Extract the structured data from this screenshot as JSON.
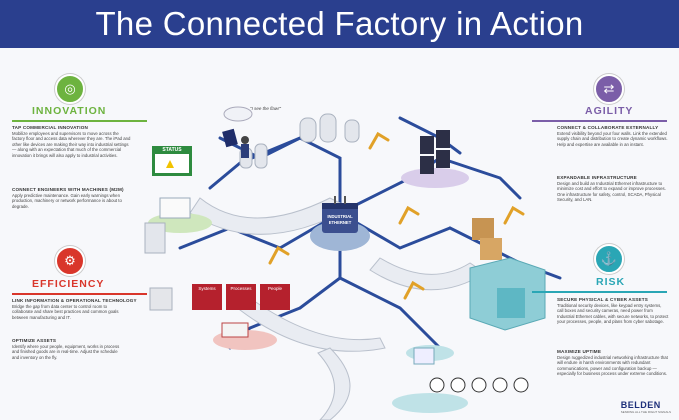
{
  "header": {
    "title": "The Connected Factory in Action"
  },
  "sections": {
    "innovation": {
      "title": "INNOVATION",
      "color": "#6db33f",
      "icon": "lightbulb-icon",
      "items": [
        {
          "heading": "TAP COMMERCIAL INNOVATION",
          "text": "Mobilize employees and supervisors to move across the factory floor and access data wherever they are. The iPad and other like devices are making their way into industrial settings — along with an expectation that much of the commercial innovation it brings will also apply to industrial activities."
        },
        {
          "heading": "CONNECT ENGINEERS WITH MACHINES (M2M)",
          "text": "Apply predictive maintenance. Gain early warnings when production, machinery or network performance is about to degrade."
        }
      ]
    },
    "efficiency": {
      "title": "EFFICIENCY",
      "color": "#d9362b",
      "icon": "gear-icon",
      "items": [
        {
          "heading": "LINK INFORMATION & OPERATIONAL TECHNOLOGY",
          "text": "Bridge the gap from data center to control room to collaborate and share best practices and common goals between manufacturing and IT."
        },
        {
          "heading": "OPTIMIZE ASSETS",
          "text": "Identify where your people, equipment, works in process and finished goods are in real-time. Adjust the schedule and inventory on the fly."
        }
      ]
    },
    "agility": {
      "title": "AGILITY",
      "color": "#7b5ea8",
      "icon": "arrows-icon",
      "items": [
        {
          "heading": "CONNECT & COLLABORATE EXTERNALLY",
          "text": "Extend visibility beyond your four walls. Link the extended supply chain and distribution to create dynamic workflows. Help and expertise are available in an instant."
        },
        {
          "heading": "EXPANDABLE INFRASTRUCTURE",
          "text": "Design and build an Industrial Ethernet infrastructure to minimize cost and effort to expand or improve processes. One infrastructure for safety, control, SCADA, Physical Security, and LAN."
        }
      ]
    },
    "risk": {
      "title": "RISK",
      "color": "#2aa6b5",
      "icon": "shield-icon",
      "items": [
        {
          "heading": "SECURE PHYSICAL & CYBER ASSETS",
          "text": "Traditional security devices, like keypad entry systems, call boxes and security cameras, need power from Industrial Ethernet cables, with secure networks, to protect your processes, people, and plans from cyber sabotage."
        },
        {
          "heading": "MAXIMIZE UPTIME",
          "text": "Design ruggedized industrial networking infrastructure that will endure in harsh environments with redundant communications, power and configuration backup — especially for business process under extreme conditions."
        }
      ]
    }
  },
  "scene": {
    "status_board": "STATUS",
    "speech": "\"I see the flaw!\"",
    "hub_label_1": "INDUSTRIAL",
    "hub_label_2": "ETHERNET",
    "panels": [
      "Systems",
      "Processes",
      "People"
    ]
  },
  "footer": {
    "brand": "BELDEN",
    "tagline": "SENDING ALL THE RIGHT SIGNALS"
  },
  "colors": {
    "banner": "#2a3f8e",
    "network_line": "#2b4c9b"
  }
}
